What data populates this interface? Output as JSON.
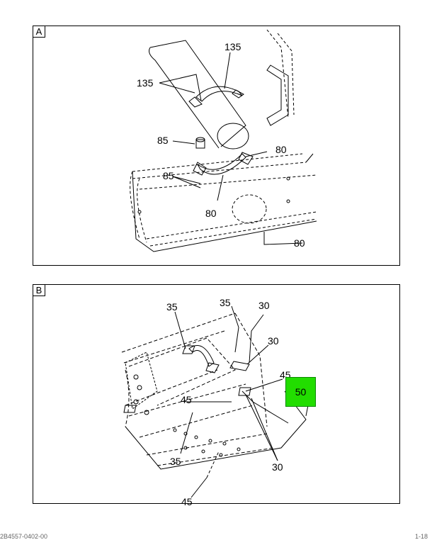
{
  "panel_a": {
    "tag": "A",
    "callouts": {
      "c135_top": "135",
      "c135_left": "135",
      "c85_top": "85",
      "c85_bottom": "85",
      "c80_right": "80",
      "c80_mid": "80",
      "c80_bottom": "80"
    }
  },
  "panel_b": {
    "tag": "B",
    "callouts": {
      "c35_left": "35",
      "c35_mid": "35",
      "c30_top": "30",
      "c30_right": "30",
      "c45_right": "45",
      "c45_left": "45",
      "c35_bottom": "35",
      "c30_bottom": "30",
      "c45_bottom": "45"
    },
    "highlight_label": "50",
    "highlight_color": "#22dd00"
  },
  "footer": {
    "left": "2B4557-0402-00",
    "right": "1-18"
  }
}
